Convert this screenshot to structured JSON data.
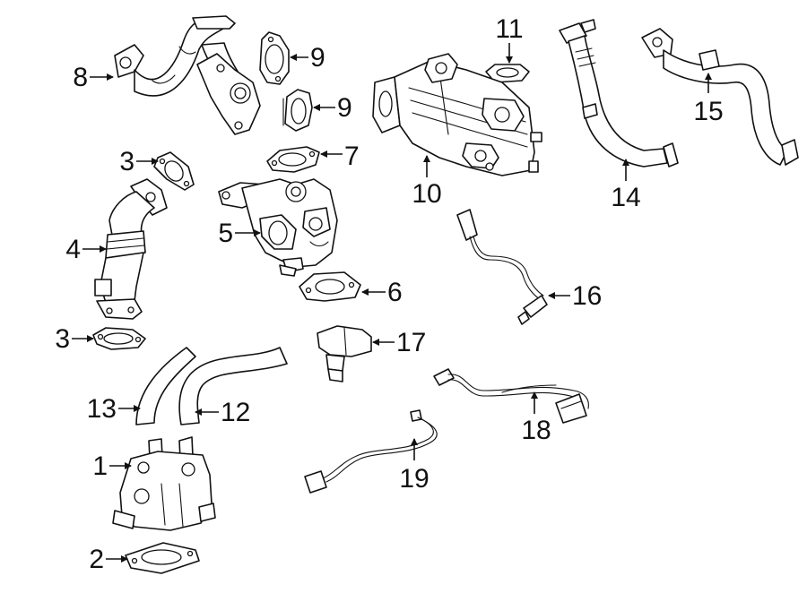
{
  "callouts": {
    "c1": "1",
    "c2": "2",
    "c3a": "3",
    "c3b": "3",
    "c4": "4",
    "c5": "5",
    "c6": "6",
    "c7": "7",
    "c8": "8",
    "c9a": "9",
    "c9b": "9",
    "c10": "10",
    "c11": "11",
    "c12": "12",
    "c13": "13",
    "c14": "14",
    "c15": "15",
    "c16": "16",
    "c17": "17",
    "c18": "18",
    "c19": "19"
  }
}
